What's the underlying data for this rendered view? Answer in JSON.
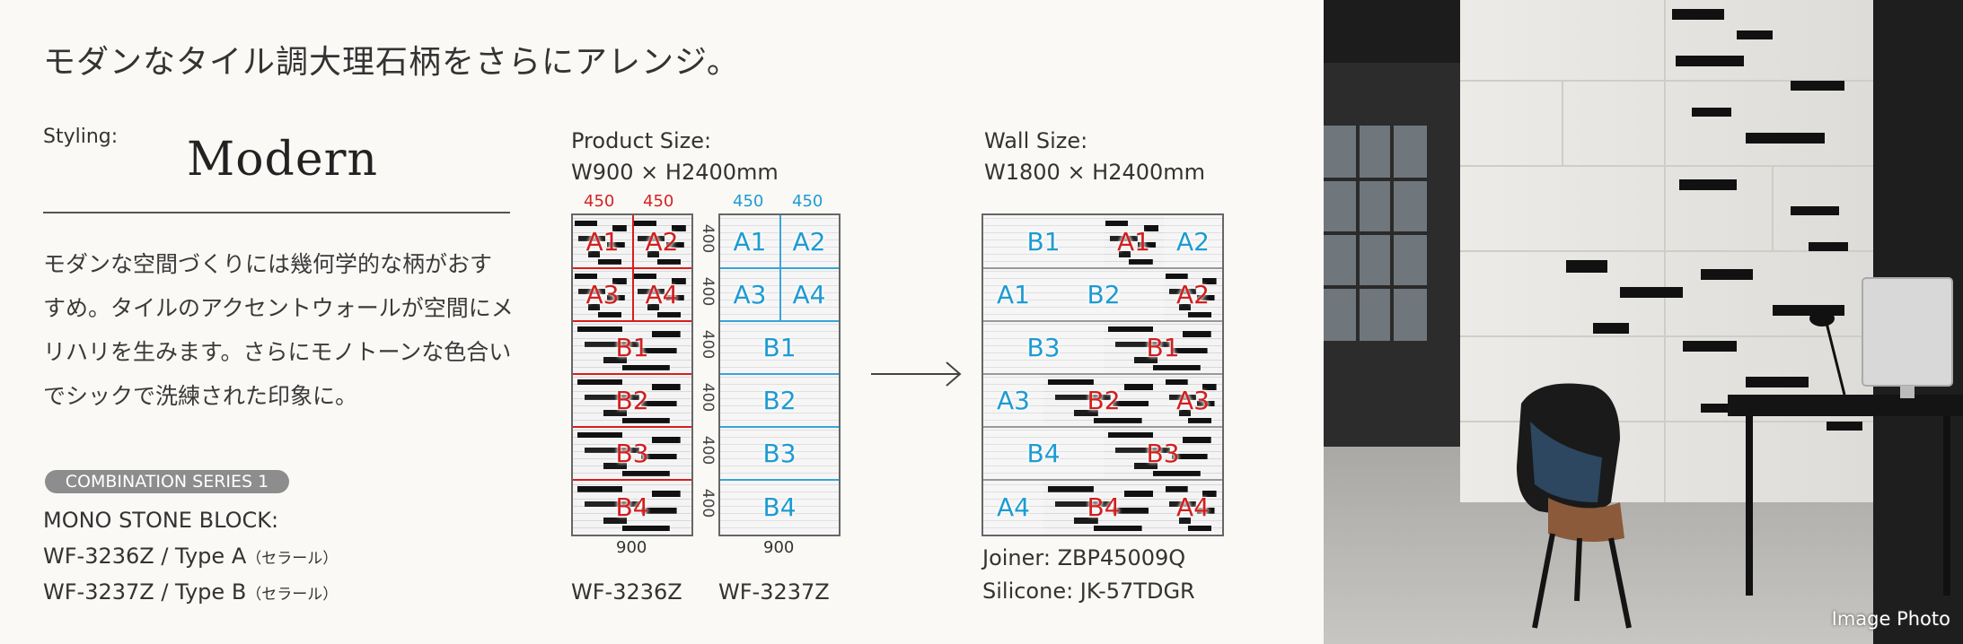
{
  "headline": "モダンなタイル調大理石柄をさらにアレンジ。",
  "styling": {
    "label": "Styling:",
    "value": "Modern"
  },
  "description": [
    "モダンな空間づくりには幾何学的な柄がおす",
    "すめ。タイルのアクセントウォールが空間にメ",
    "リハリを生みます。さらにモノトーンな色合い",
    "でシックで洗練された印象に。"
  ],
  "series": {
    "badge": "COMBINATION SERIES 1",
    "product": "MONO STONE BLOCK:",
    "type_a": {
      "code": "WF-3236Z / Type A",
      "note": "（セラール）"
    },
    "type_b": {
      "code": "WF-3237Z / Type B",
      "note": "（セラール）"
    }
  },
  "product_size": {
    "label": "Product Size:",
    "value": "W900 × H2400mm"
  },
  "wall_size": {
    "label": "Wall Size:",
    "value": "W1800 × H2400mm"
  },
  "panel_a": {
    "col_widths": [
      "450",
      "450"
    ],
    "row_heights": [
      "400",
      "400",
      "400",
      "400",
      "400",
      "400"
    ],
    "width": "900",
    "model": "WF-3236Z",
    "labels": [
      "A1",
      "A2",
      "A3",
      "A4",
      "B1",
      "B2",
      "B3",
      "B4"
    ],
    "accent": "#d21f1f"
  },
  "panel_b": {
    "col_widths": [
      "450",
      "450"
    ],
    "width": "900",
    "model": "WF-3237Z",
    "labels": [
      "A1",
      "A2",
      "A3",
      "A4",
      "B1",
      "B2",
      "B3",
      "B4"
    ],
    "accent": "#1e9bd2"
  },
  "wall": {
    "labels": [
      "B1",
      "A1",
      "A2",
      "A1",
      "B2",
      "A2",
      "B3",
      "B1",
      "A3",
      "B2",
      "A3",
      "B4",
      "B3",
      "A4",
      "B4",
      "A4"
    ]
  },
  "joiner": "Joiner: ZBP45009Q",
  "silicone": "Silicone: JK-57TDGR",
  "photo_caption": "Image Photo"
}
